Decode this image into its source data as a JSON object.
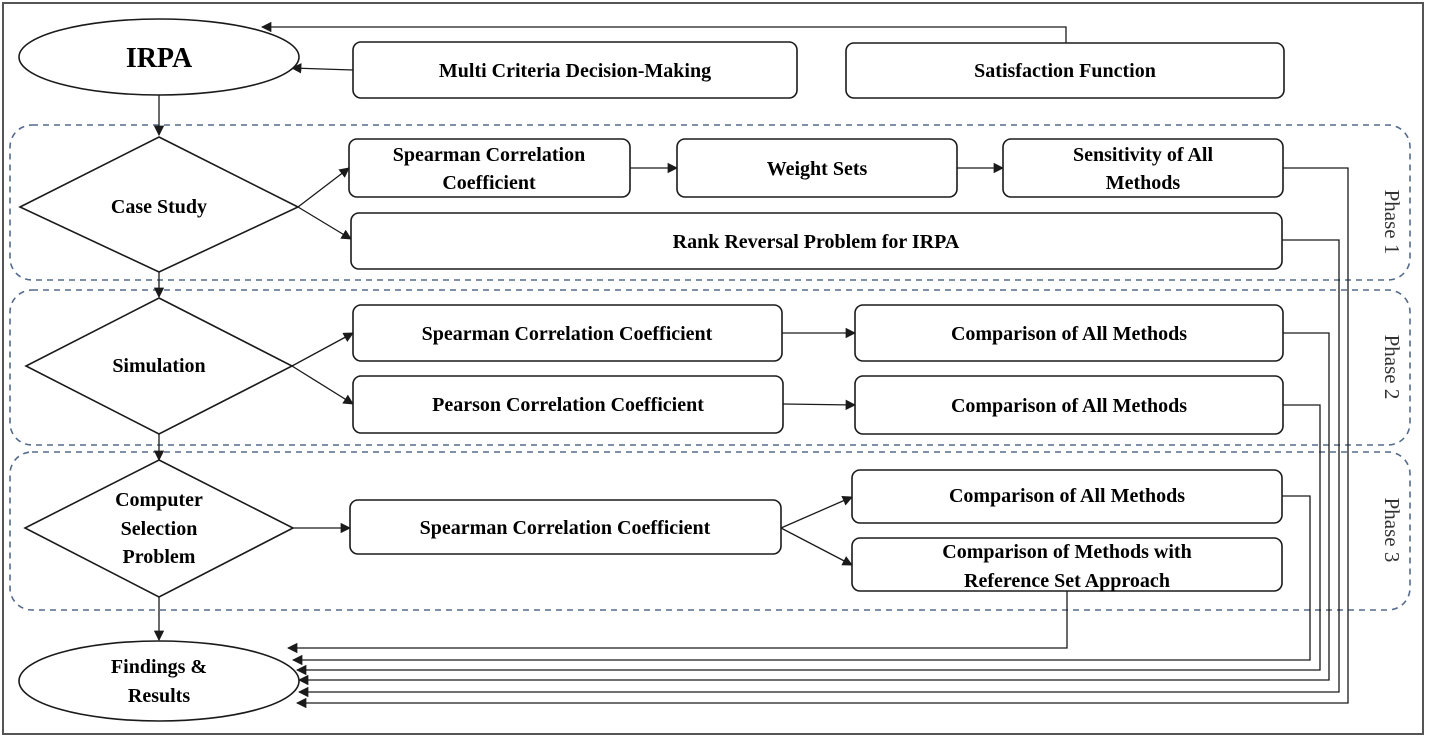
{
  "nodes": {
    "irpa": "IRPA",
    "mcdm": "Multi Criteria Decision-Making",
    "satisfaction": "Satisfaction Function",
    "case_study": "Case Study",
    "p1_spearman": [
      "Spearman Correlation",
      "Coefficient"
    ],
    "weight_sets": "Weight Sets",
    "sensitivity": [
      "Sensitivity of All",
      "Methods"
    ],
    "rank_reversal": "Rank Reversal Problem for IRPA",
    "simulation": "Simulation",
    "p2_spearman": "Spearman Correlation Coefficient",
    "p2_compare_a": "Comparison of All Methods",
    "p2_pearson": "Pearson Correlation Coefficient",
    "p2_compare_b": "Comparison of All Methods",
    "computer_selection": [
      "Computer",
      "Selection",
      "Problem"
    ],
    "p3_spearman": "Spearman Correlation Coefficient",
    "p3_compare": "Comparison of All Methods",
    "p3_reference": [
      "Comparison of Methods with",
      "Reference Set Approach"
    ],
    "findings": [
      "Findings &",
      "Results"
    ]
  },
  "phases": {
    "phase1": "Phase 1",
    "phase2": "Phase 2",
    "phase3": "Phase 3"
  }
}
